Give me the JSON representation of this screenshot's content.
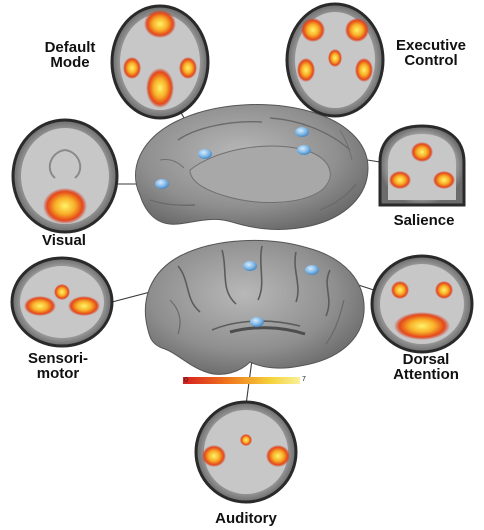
{
  "networks": [
    {
      "id": "default-mode",
      "label": "Default\nMode"
    },
    {
      "id": "executive-control",
      "label": "Executive\nControl"
    },
    {
      "id": "visual",
      "label": "Visual"
    },
    {
      "id": "salience",
      "label": "Salience"
    },
    {
      "id": "sensorimotor",
      "label": "Sensori-\nmotor"
    },
    {
      "id": "dorsal-attention",
      "label": "Dorsal\nAttention"
    },
    {
      "id": "auditory",
      "label": "Auditory"
    }
  ],
  "color_scale": {
    "min": "0",
    "max": "7",
    "colors": [
      "#d81e1e",
      "#f07a1e",
      "#f5d23a",
      "#f9f09a"
    ]
  },
  "colors": {
    "brain_surface": "#8f8f8f",
    "brain_shadow": "#5f5f5f",
    "node": "#7fb8e8",
    "activation_hot": "#fff36a",
    "activation_mid": "#f89a22",
    "activation_low": "#d82a18",
    "connector": "#3a3a3a"
  },
  "icons": [
    "brain-medial-surface",
    "brain-lateral-surface",
    "brain-axial-slice",
    "brain-coronal-slice",
    "network-node"
  ]
}
